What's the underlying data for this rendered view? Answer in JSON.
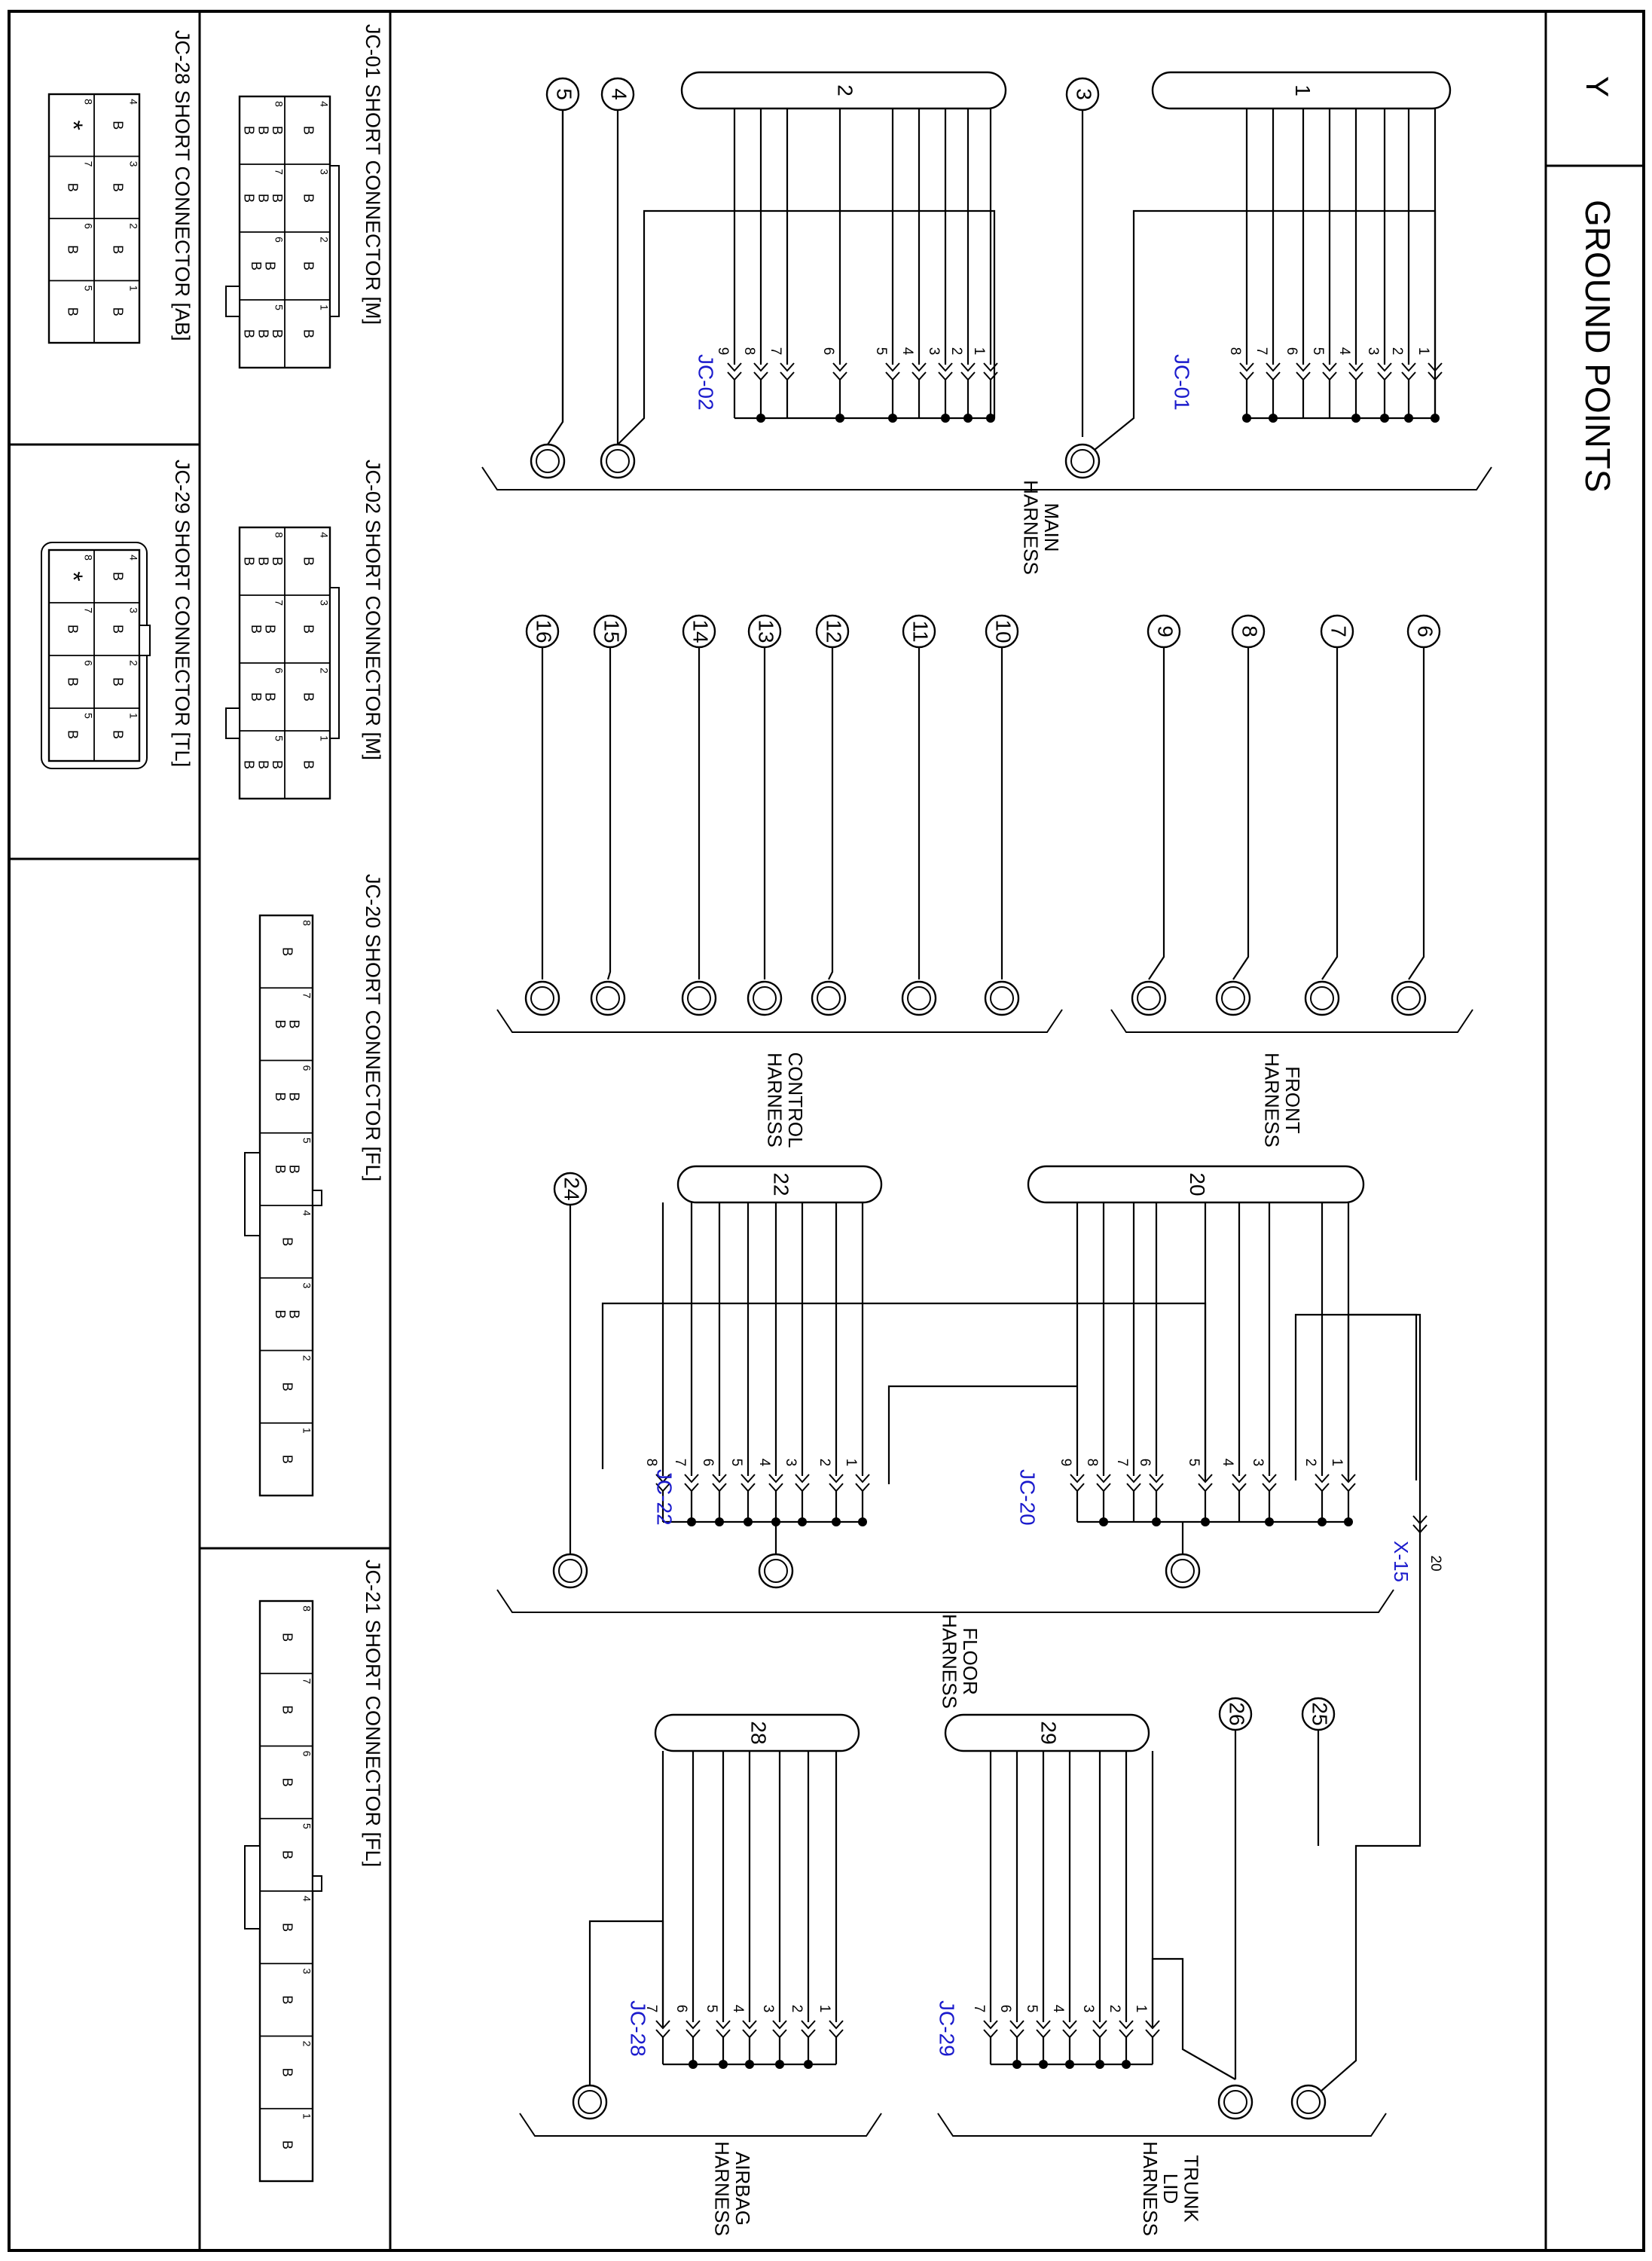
{
  "page": {
    "letter": "Y",
    "title": "GROUND POINTS"
  },
  "harnesses": {
    "main": "MAIN\nHARNESS",
    "front": "FRONT\nHARNESS",
    "control": "CONTROL\nHARNESS",
    "floor": "FLOOR\nHARNESS",
    "trunk": "TRUNK\nLID\nHARNESS",
    "airbag": "AIRBAG\nHARNESS"
  },
  "ground_points": [
    "1",
    "2",
    "3",
    "4",
    "5",
    "6",
    "7",
    "8",
    "9",
    "10",
    "11",
    "12",
    "13",
    "14",
    "15",
    "16",
    "20",
    "22",
    "24",
    "25",
    "26",
    "28",
    "29"
  ],
  "splices": {
    "jc01": "JC-01",
    "jc02": "JC-02",
    "jc20": "JC-20",
    "jc22": "JC-22",
    "jc28": "JC-28",
    "jc29": "JC-29",
    "x15": "X-15",
    "x15_pin": "20"
  },
  "pins": {
    "p1": "1",
    "p2": "2",
    "p3": "3",
    "p4": "4",
    "p5": "5",
    "p6": "6",
    "p7": "7",
    "p8": "8"
  },
  "connectors": {
    "jc01": "JC-01 SHORT CONNECTOR [M]",
    "jc02": "JC-02 SHORT CONNECTOR [M]",
    "jc20": "JC-20 SHORT CONNECTOR [FL]",
    "jc21": "JC-21 SHORT CONNECTOR [FL]",
    "jc28": "JC-28 SHORT CONNECTOR [AB]",
    "jc29": "JC-29 SHORT CONNECTOR [TL]"
  },
  "cell": {
    "b": "B",
    "bb": "B\nB",
    "bbb": "B\nB\nB",
    "star": "*"
  },
  "colors": {
    "line": "#000000",
    "label_blue": "#1a1acc"
  }
}
